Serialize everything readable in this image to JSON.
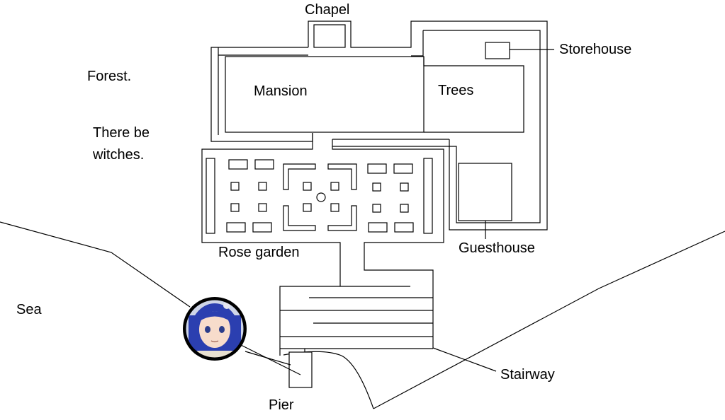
{
  "labels": {
    "chapel": "Chapel",
    "storehouse": "Storehouse",
    "forest": "Forest.",
    "mansion": "Mansion",
    "trees": "Trees",
    "witches_line1": "There be",
    "witches_line2": "witches.",
    "rose_garden": "Rose garden",
    "guesthouse": "Guesthouse",
    "sea": "Sea",
    "stairway": "Stairway",
    "pier": "Pier"
  },
  "character_portrait": {
    "description": "girl-portrait",
    "hair_color": "#2b3fb0",
    "ring_color": "#000000"
  },
  "colors": {
    "line": "#000000",
    "background": "#ffffff"
  }
}
